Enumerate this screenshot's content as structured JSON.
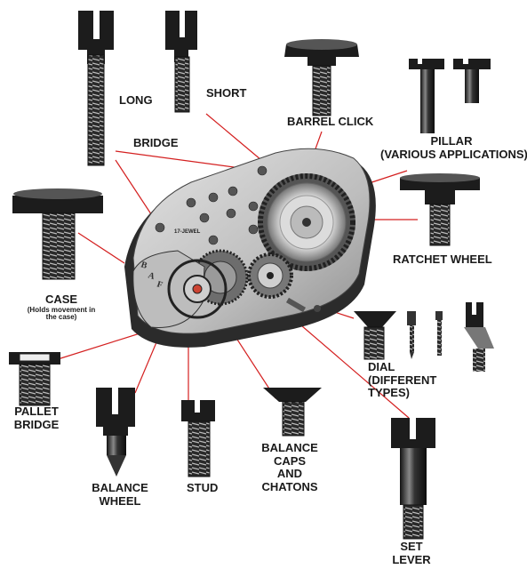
{
  "labels": {
    "long": "LONG",
    "short": "SHORT",
    "barrel_click": "BARREL CLICK",
    "bridge": "BRIDGE",
    "pillar_line1": "PILLAR",
    "pillar_line2": "(VARIOUS APPLICATIONS)",
    "ratchet_wheel": "RATCHET WHEEL",
    "case": "CASE",
    "case_note_line1": "(Holds movement in",
    "case_note_line2": "the case)",
    "pallet_line1": "PALLET",
    "pallet_line2": "BRIDGE",
    "dial_line1": "DIAL",
    "dial_line2": "(DIFFERENT",
    "dial_line3": "TYPES)",
    "balance_line1": "BALANCE",
    "balance_line2": "WHEEL",
    "stud": "STUD",
    "caps_line1": "BALANCE",
    "caps_line2": "CAPS",
    "caps_line3": "AND",
    "caps_line4": "CHATONS",
    "set_line1": "SET",
    "set_line2": "LEVER",
    "movement_engraving": "17-JEWEL"
  },
  "colors": {
    "leader_line": "#d42020",
    "screw_dark": "#1e1e1e",
    "screw_mid": "#555555",
    "movement_plate": "#c9c9c9",
    "movement_shadow": "#3a3a3a"
  }
}
